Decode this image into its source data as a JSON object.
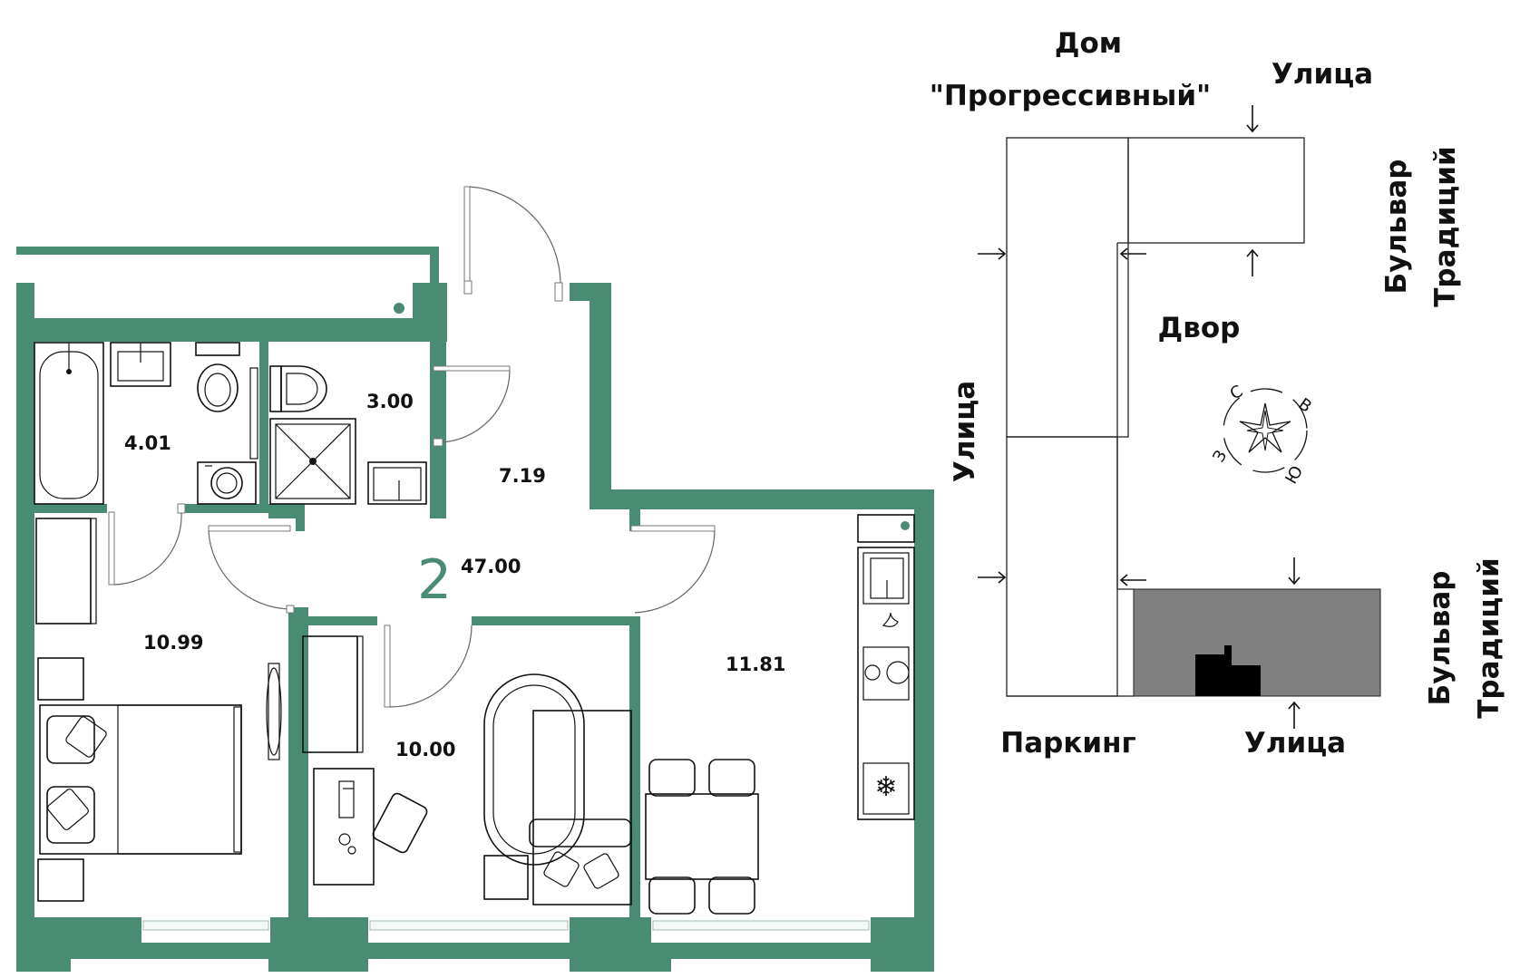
{
  "plan": {
    "rooms_count": "2",
    "total_area": "47.00",
    "rooms": [
      {
        "id": "bathroom",
        "area": "4.01"
      },
      {
        "id": "wc",
        "area": "3.00"
      },
      {
        "id": "hall",
        "area": "7.19"
      },
      {
        "id": "bedroom",
        "area": "10.99"
      },
      {
        "id": "study",
        "area": "10.00"
      },
      {
        "id": "kitchen",
        "area": "11.81"
      }
    ]
  },
  "site": {
    "house_name_line1": "Дом",
    "house_name_line2": "\"Прогрессивный\"",
    "street_top": "Улица",
    "street_left": "Улица",
    "street_bottom": "Улица",
    "boulevard_upper_line1": "Бульвар",
    "boulevard_upper_line2": "Традиций",
    "boulevard_lower_line1": "Бульвар",
    "boulevard_lower_line2": "Традиций",
    "courtyard": "Двор",
    "parking": "Паркинг",
    "compass": {
      "north": "С",
      "east": "В",
      "south": "Ю",
      "west": "З"
    }
  },
  "colors": {
    "wall": "#4a8b73",
    "highlight_section": "#808080",
    "apartment_marker": "#000000"
  }
}
